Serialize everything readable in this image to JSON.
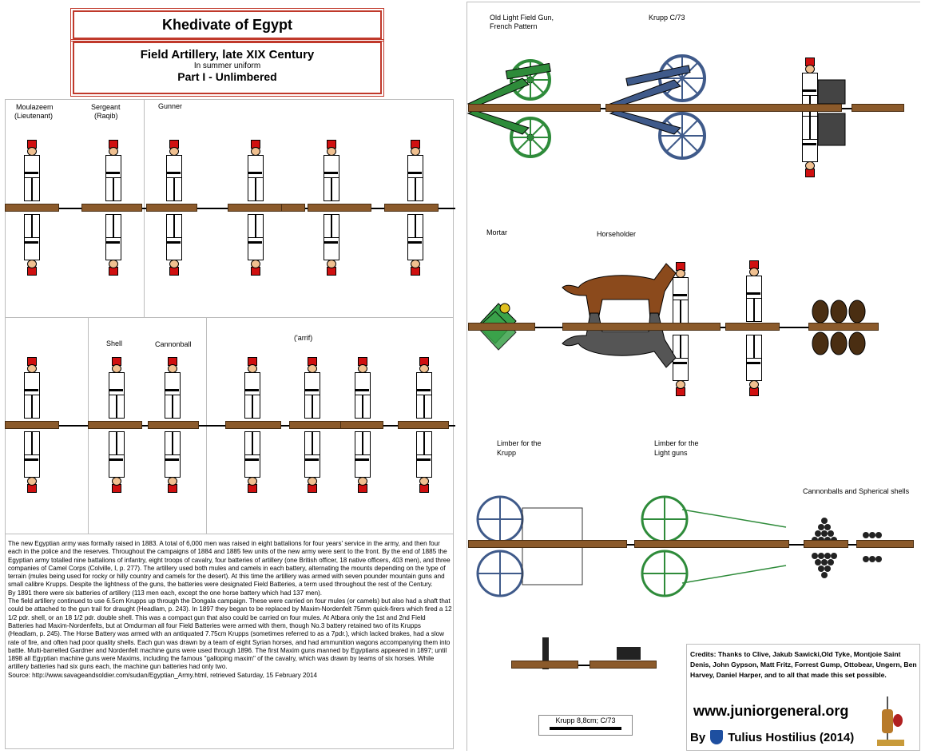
{
  "header": {
    "title": "Khedivate of Egypt",
    "subtitle": "Field Artillery, late XIX Century",
    "note": "In summer uniform",
    "part": "Part I - Unlimbered"
  },
  "labels": {
    "lieutenant": "Moulazeem",
    "lieutenant_sub": "(Lieutenant)",
    "sergeant": "Sergeant",
    "sergeant_sub": "(Raqib)",
    "gunner": "Gunner",
    "shell": "Shell",
    "cannonball": "Cannonball",
    "arrif": "('arrif)",
    "old_gun": "Old Light Field Gun,",
    "old_gun_sub": "French Pattern",
    "krupp": "Krupp  C/73",
    "mortar": "Mortar",
    "horseholder": "Horseholder",
    "limber_krupp": "Limber for the",
    "limber_krupp_sub": "Krupp",
    "limber_light": "Limber for the",
    "limber_light_sub": "Light guns",
    "cannonballs": "Cannonballs and Spherical shells",
    "krupp_88": "Krupp 8,8cm; C/73"
  },
  "history": [
    "The new Egyptian army was formally raised in 1883. A total of 6,000 men was raised in eight battalions for four years' service in the army, and then four each in the police and the reserves. Throughout the campaigns of 1884 and 1885 few units of the new army were sent to the front. By the end of 1885 the Egyptian army totalled nine battalions of infantry, eight troops of cavalry, four batteries of artillery (one British officer, 18 native officers, 403 men), and three companies of Camel Corps (Colville, I, p. 277). The artillery used both mules and camels in each battery, alternating the mounts depending on the type of terrain (mules being used for rocky or hilly country and camels for the desert). At this time the artillery was armed with seven pounder mountain guns and small calibre Krupps. Despite the lightness of the guns, the batteries were designated Field Batteries, a term used throughout the rest of the Century.",
    "By 1891 there were six batteries of artillery (113 men each, except the one horse battery which had 137 men).",
    "The field artillery continued to use 6.5cm Krupps up through the Dongala campaign. These were carried on four mules (or camels) but also had a shaft that could be attached to the gun trail for draught (Headlam, p. 243). In 1897 they began to be replaced by Maxim-Nordenfelt 75mm quick-firers which fired a 12 1/2 pdr. shell, or an 18 1/2 pdr. double shell. This was a compact gun that also could be carried on four mules. At Atbara only the 1st and 2nd Field Batteries had Maxim-Nordenfelts, but at Omdurman all four Field Batteries were armed with them, though No.3 battery retained two of its Krupps (Headlam, p. 245). The Horse Battery was armed with an antiquated 7.75cm Krupps (sometimes referred to as a 7pdr.), which lacked brakes, had a slow rate of fire, and often had poor quality shells. Each gun was drawn by a team of eight Syrian horses, and had ammunition wagons accompanying them into battle. Multi-barrelled Gardner and Nordenfelt machine guns were used through 1896. The first Maxim guns manned by Egyptians appeared in 1897; until 1898 all Egyptian machine guns were Maxims, including the famous \"galloping maxim\" of the cavalry, which was drawn by teams of six horses. While artillery batteries had six guns each, the machine gun batteries had only two.",
    "Source: http://www.savageandsoldier.com/sudan/Egyptian_Army.html, retrieved Saturday, 15 February 2014"
  ],
  "credits": "Credits: Thanks to Clive, Jakub Sawicki,Old Tyke, Montjoie Saint Denis, John Gypson, Matt Fritz, Forrest Gump, Ottobear, Ungern, Ben Harvey, Daniel Harper, and to all that made this set possible.",
  "website": "www.juniorgeneral.org",
  "byline_by": "By",
  "byline_author": "Tulius Hostilius (2014)",
  "colors": {
    "border_red": "#c0392b",
    "base_brown": "#8b5a2b",
    "gun_green": "#2e8b3a",
    "gun_blue": "#3f5a8a",
    "fez_red": "#d01010",
    "horse_brown": "#8b4a1c"
  }
}
